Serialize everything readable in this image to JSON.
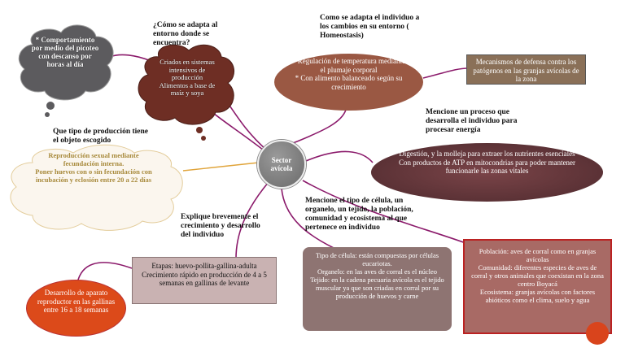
{
  "center": {
    "label": "Sector avícola"
  },
  "questions": {
    "adapt_environment": "¿Cómo se adapta al entorno donde se encuentra?",
    "homeostasis": "Como se adapta el individuo a los cambios en su entorno ( Homeostasis)",
    "energy": "Mencione un proceso que desarrolla el individuo para procesar energía",
    "production": "Que tipo de producción tiene el objeto escogido",
    "growth": "Explique brevemente el crecimiento y desarrollo del individuo",
    "cell": "Mencione el tipo de célula, un organelo, un tejido, la población, comunidad y ecosistema al que pertenece en individuo"
  },
  "nodes": {
    "behavior": "* Comportamiento por medio del picoteo con descanso por horas al día",
    "environment": [
      "Criados en sistemas intensivos de producción",
      "Alimentos a base de maíz y soya"
    ],
    "production": [
      "Reproducción sexual mediante fecundación interna.",
      "Poner huevos con o sin fecundación con incubación y eclosión entre 20 a 22 días"
    ],
    "homeostasis": [
      "* Regulación de temperatura mediante el plumaje corporal",
      "* Con alimento balanceado según su crecimiento"
    ],
    "defense": "Mecanismos de defensa contra los patógenos en las granjas avícolas de la zona",
    "energy": [
      "Digestión, y la molleja para extraer los nutrientes esenciales",
      "Con productos de ATP en mitocondrias para poder mantener funcionarle las zonas vitales"
    ],
    "stages": [
      "Etapas: huevo-pollita-gallina-adulta",
      "Crecimiento rápido en producción de 4 a 5 semanas en gallinas de levante"
    ],
    "development": "Desarrollo de aparato reproductor en las gallinas entre 16 a 18 semanas",
    "cell": [
      "Tipo de célula: están compuestas por células eucariotas.",
      "Organelo: en las aves de corral es el núcleo",
      "Tejido: en la cadena pecuaria avícola es el tejido muscular ya que son criadas en corral por su producción de huevos y carne"
    ],
    "population": [
      "Población: aves de corral como en granjas avícolas",
      "Comunidad: diferentes especies de aves de corral y otros animales que coexistan en la zona centro Boyacá",
      "Ecosistema: granjas avícolas con factores abióticos como el clima, suelo y agua"
    ]
  },
  "colors": {
    "connector": "#8b1a6b",
    "homeostasis": "#9a5843",
    "development": "#dc4a1a",
    "production_border": "#e0a43a"
  }
}
